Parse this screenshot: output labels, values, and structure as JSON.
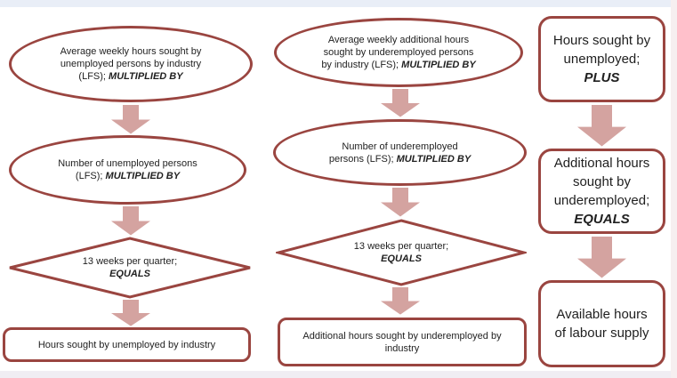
{
  "diagram": {
    "colors": {
      "shape_border": "#9a4540",
      "arrow_fill": "#d4a3a0",
      "shape_fill": "#ffffff",
      "text": "#1f1f1f",
      "band_top": "#e9eef7",
      "band_bottom": "#f0edf3",
      "band_right": "#f6eff0"
    },
    "icons": {
      "down_arrow": "block-arrow-down"
    },
    "columns": {
      "unemployed": {
        "ellipse_avg_hours": {
          "lines": [
            {
              "t": "Average weekly hours sought by"
            },
            {
              "t": "unemployed persons by industry"
            },
            {
              "t": "(LFS); ",
              "em": "MULTIPLIED BY"
            }
          ]
        },
        "ellipse_number": {
          "lines": [
            {
              "t": "Number of unemployed persons"
            },
            {
              "t": "(LFS); ",
              "em": "MULTIPLIED BY"
            }
          ]
        },
        "diamond_weeks": {
          "lines": [
            {
              "t": "13 weeks per quarter;"
            },
            {
              "em": "EQUALS"
            }
          ]
        },
        "result_box": {
          "lines": [
            {
              "t": "Hours sought by unemployed by industry"
            }
          ]
        }
      },
      "underemployed": {
        "ellipse_avg_hours": {
          "lines": [
            {
              "t": "Average weekly additional hours"
            },
            {
              "t": "sought by underemployed persons"
            },
            {
              "t": "by industry (LFS); ",
              "em": "MULTIPLIED BY"
            }
          ]
        },
        "ellipse_number": {
          "lines": [
            {
              "t": "Number of underemployed"
            },
            {
              "t": "persons (LFS); ",
              "em": "MULTIPLIED BY"
            }
          ]
        },
        "diamond_weeks": {
          "lines": [
            {
              "t": "13 weeks per quarter;"
            },
            {
              "em": "EQUALS"
            }
          ]
        },
        "result_box": {
          "lines": [
            {
              "t": "Additional hours sought by underemployed by"
            },
            {
              "t": "industry"
            }
          ]
        }
      },
      "summary": {
        "box_unemployed": {
          "lines": [
            {
              "t": "Hours sought by"
            },
            {
              "t": "unemployed;"
            },
            {
              "em": "PLUS"
            }
          ]
        },
        "box_underemployed": {
          "lines": [
            {
              "t": "Additional hours"
            },
            {
              "t": "sought by"
            },
            {
              "t": "underemployed;"
            },
            {
              "em": "EQUALS"
            }
          ]
        },
        "box_available": {
          "lines": [
            {
              "t": "Available hours"
            },
            {
              "t": "of labour supply"
            }
          ]
        }
      }
    }
  }
}
